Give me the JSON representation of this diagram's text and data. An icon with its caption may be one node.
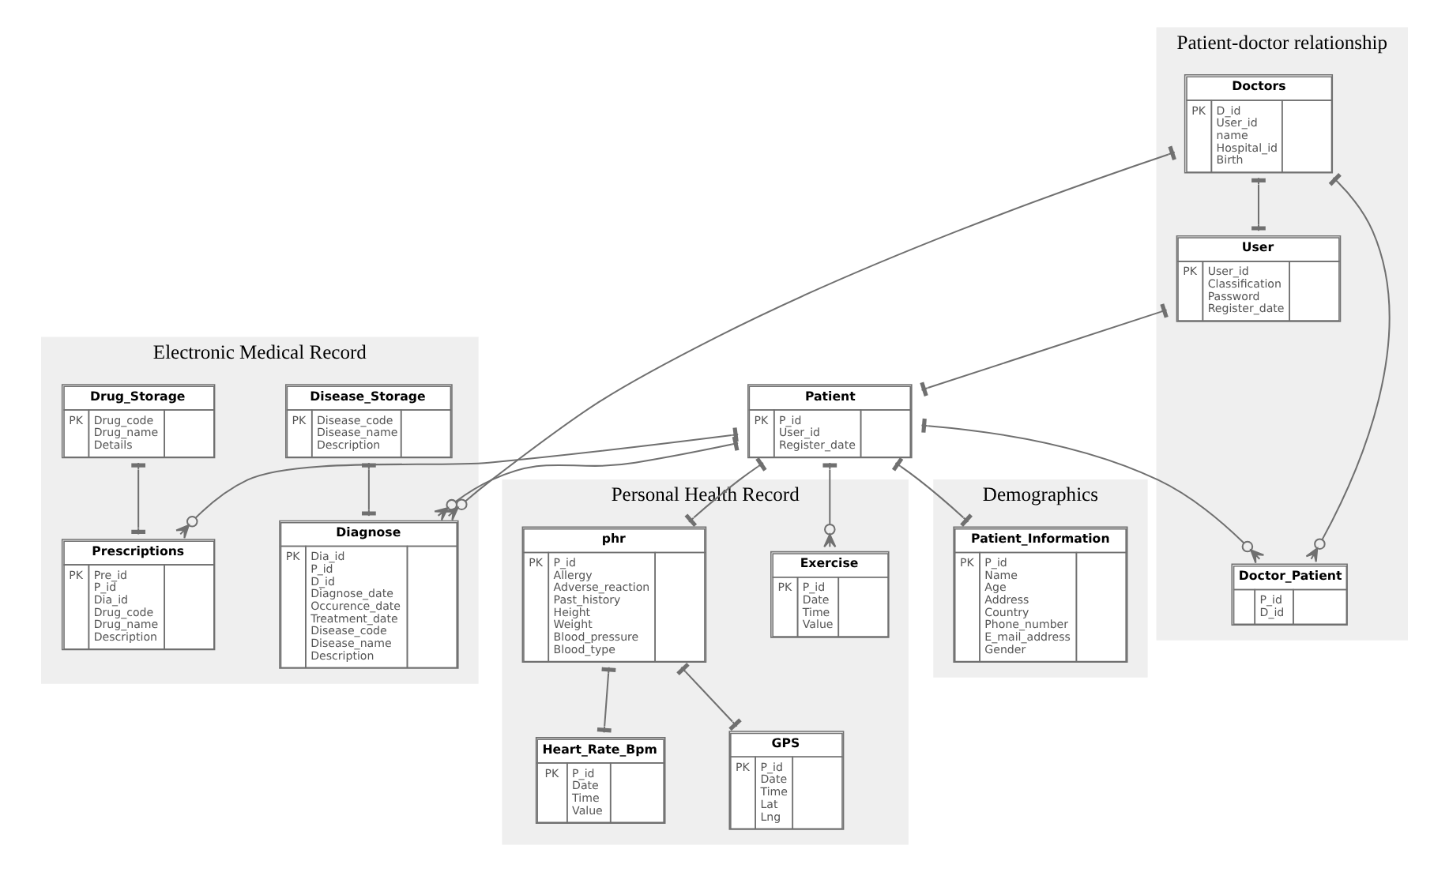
{
  "diagram": {
    "nodes": [
      {
        "text": [
          "Electronic Medical Record"
        ]
      },
      {
        "text": [
          "Disease_Storage",
          "PK",
          "Disease_code Disease_name Description"
        ],
        "in": 0
      },
      {
        "text": [
          "Diagnose",
          "PK",
          "Dia_id P_id D_id Diagnose_date Occurence_date Treatment_date Disease_code Disease_name Description"
        ],
        "in": 0
      },
      {
        "text": [
          "Drug_Storage",
          "PK",
          "Drug_code Drug_name Details"
        ],
        "in": 0
      },
      {
        "text": [
          "Prescriptions",
          "PK",
          "Pre_id P_id Dia_id Drug_code Drug_name Description"
        ],
        "in": 0
      },
      {
        "text": [
          "Patient-doctor relationship"
        ]
      },
      {
        "text": [
          "Doctors",
          "PK",
          "D_id User_id name Hospital_id Birth"
        ],
        "in": 5
      },
      {
        "text": [
          "User",
          "PK",
          "User_id Classification Password Register_date"
        ],
        "in": 5
      },
      {
        "text": [
          "Doctor_Patient",
          "P_id D_id"
        ],
        "in": 5
      },
      {
        "text": [
          "Personal Health Record"
        ]
      },
      {
        "text": [
          "Exercise",
          "PK",
          "P_id Date Time Value"
        ],
        "in": 9
      },
      {
        "text": [
          "phr",
          "PK",
          "P_id Allergy Adverse_reaction Past_history Height Weight Blood_pressure Blood_type"
        ],
        "in": 9
      },
      {
        "text": [
          "Heart_Rate_Bpm",
          "PK",
          "P_id Date Time Value"
        ],
        "in": 9
      },
      {
        "text": [
          "GPS",
          "PK",
          "P_id Date Time Lat Lng"
        ],
        "in": 9
      },
      {
        "text": [
          "Patient",
          "PK",
          "P_id User_id Register_date"
        ]
      },
      {
        "text": [
          "Demographics"
        ]
      },
      {
        "text": [
          "Patient_Information",
          "PK",
          "P_id Name Age Address Country Phone_number E_mail_address Gender"
        ],
        "in": 15
      }
    ],
    "edges": [
      {
        "from": 6,
        "to": 2,
        "arrow": "other"
      },
      {
        "from": 6,
        "to": 7,
        "arrow": "other"
      },
      {
        "from": 6,
        "to": 8,
        "arrow": "other"
      },
      {
        "from": 1,
        "to": 2,
        "arrow": "other"
      },
      {
        "from": 7,
        "to": 14,
        "arrow": "other"
      },
      {
        "from": 14,
        "to": 8,
        "arrow": "other"
      },
      {
        "from": 14,
        "to": 2,
        "arrow": "other"
      },
      {
        "from": 14,
        "to": 10,
        "arrow": "other"
      },
      {
        "from": 14,
        "to": 11,
        "arrow": "other"
      },
      {
        "from": 14,
        "to": 4,
        "arrow": "other"
      },
      {
        "from": 14,
        "to": 16,
        "arrow": "other"
      },
      {
        "from": 3,
        "to": 4,
        "arrow": "other"
      },
      {
        "from": 11,
        "to": 12,
        "arrow": "other"
      },
      {
        "from": 11,
        "to": 13,
        "arrow": "other"
      }
    ]
  }
}
